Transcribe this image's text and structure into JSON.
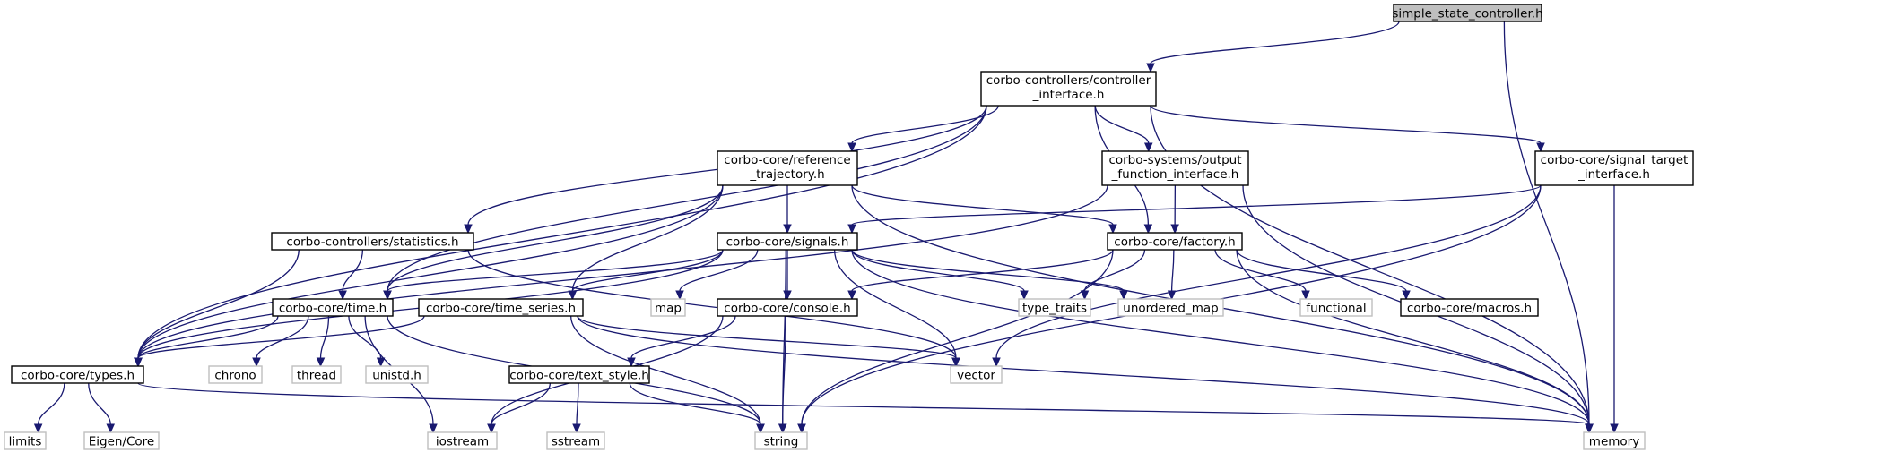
{
  "graph": {
    "root": "simple_state_controller.h",
    "nodes": [
      {
        "id": "ssc",
        "lines": [
          "simple_state_controller.h"
        ],
        "kind": "root"
      },
      {
        "id": "ctrl_if",
        "lines": [
          "corbo-controllers/controller",
          "_interface.h"
        ],
        "kind": "primary"
      },
      {
        "id": "ref_traj",
        "lines": [
          "corbo-core/reference",
          "_trajectory.h"
        ],
        "kind": "primary"
      },
      {
        "id": "out_fn",
        "lines": [
          "corbo-systems/output",
          "_function_interface.h"
        ],
        "kind": "primary"
      },
      {
        "id": "sig_target",
        "lines": [
          "corbo-core/signal_target",
          "_interface.h"
        ],
        "kind": "primary"
      },
      {
        "id": "stats",
        "lines": [
          "corbo-controllers/statistics.h"
        ],
        "kind": "primary"
      },
      {
        "id": "signals",
        "lines": [
          "corbo-core/signals.h"
        ],
        "kind": "primary"
      },
      {
        "id": "factory",
        "lines": [
          "corbo-core/factory.h"
        ],
        "kind": "primary"
      },
      {
        "id": "time",
        "lines": [
          "corbo-core/time.h"
        ],
        "kind": "primary"
      },
      {
        "id": "time_series",
        "lines": [
          "corbo-core/time_series.h"
        ],
        "kind": "primary"
      },
      {
        "id": "map",
        "lines": [
          "map"
        ],
        "kind": "external"
      },
      {
        "id": "console",
        "lines": [
          "corbo-core/console.h"
        ],
        "kind": "primary"
      },
      {
        "id": "type_traits",
        "lines": [
          "type_traits"
        ],
        "kind": "external"
      },
      {
        "id": "unordered_map",
        "lines": [
          "unordered_map"
        ],
        "kind": "external"
      },
      {
        "id": "functional",
        "lines": [
          "functional"
        ],
        "kind": "external"
      },
      {
        "id": "macros",
        "lines": [
          "corbo-core/macros.h"
        ],
        "kind": "primary"
      },
      {
        "id": "types",
        "lines": [
          "corbo-core/types.h"
        ],
        "kind": "primary"
      },
      {
        "id": "chrono",
        "lines": [
          "chrono"
        ],
        "kind": "external"
      },
      {
        "id": "thread",
        "lines": [
          "thread"
        ],
        "kind": "external"
      },
      {
        "id": "unistd",
        "lines": [
          "unistd.h"
        ],
        "kind": "external"
      },
      {
        "id": "text_style",
        "lines": [
          "corbo-core/text_style.h"
        ],
        "kind": "primary"
      },
      {
        "id": "vector",
        "lines": [
          "vector"
        ],
        "kind": "external"
      },
      {
        "id": "limits",
        "lines": [
          "limits"
        ],
        "kind": "external"
      },
      {
        "id": "eigen",
        "lines": [
          "Eigen/Core"
        ],
        "kind": "external"
      },
      {
        "id": "iostream",
        "lines": [
          "iostream"
        ],
        "kind": "external"
      },
      {
        "id": "sstream",
        "lines": [
          "sstream"
        ],
        "kind": "external"
      },
      {
        "id": "string",
        "lines": [
          "string"
        ],
        "kind": "external"
      },
      {
        "id": "memory",
        "lines": [
          "memory"
        ],
        "kind": "external"
      }
    ],
    "edges": [
      {
        "from": "ssc",
        "to": "ctrl_if"
      },
      {
        "from": "ssc",
        "to": "memory"
      },
      {
        "from": "ctrl_if",
        "to": "ref_traj"
      },
      {
        "from": "ctrl_if",
        "to": "out_fn"
      },
      {
        "from": "ctrl_if",
        "to": "sig_target"
      },
      {
        "from": "ctrl_if",
        "to": "stats"
      },
      {
        "from": "ctrl_if",
        "to": "factory"
      },
      {
        "from": "ctrl_if",
        "to": "time"
      },
      {
        "from": "ctrl_if",
        "to": "types"
      },
      {
        "from": "ctrl_if",
        "to": "memory"
      },
      {
        "from": "ref_traj",
        "to": "signals"
      },
      {
        "from": "ref_traj",
        "to": "factory"
      },
      {
        "from": "ref_traj",
        "to": "time"
      },
      {
        "from": "ref_traj",
        "to": "time_series"
      },
      {
        "from": "ref_traj",
        "to": "types"
      },
      {
        "from": "ref_traj",
        "to": "memory"
      },
      {
        "from": "out_fn",
        "to": "factory"
      },
      {
        "from": "out_fn",
        "to": "types"
      },
      {
        "from": "out_fn",
        "to": "memory"
      },
      {
        "from": "sig_target",
        "to": "signals"
      },
      {
        "from": "sig_target",
        "to": "vector"
      },
      {
        "from": "sig_target",
        "to": "string"
      },
      {
        "from": "sig_target",
        "to": "memory"
      },
      {
        "from": "stats",
        "to": "time"
      },
      {
        "from": "stats",
        "to": "types"
      },
      {
        "from": "stats",
        "to": "vector"
      },
      {
        "from": "signals",
        "to": "time"
      },
      {
        "from": "signals",
        "to": "time_series"
      },
      {
        "from": "signals",
        "to": "map"
      },
      {
        "from": "signals",
        "to": "console"
      },
      {
        "from": "signals",
        "to": "type_traits"
      },
      {
        "from": "signals",
        "to": "unordered_map"
      },
      {
        "from": "signals",
        "to": "types"
      },
      {
        "from": "signals",
        "to": "vector"
      },
      {
        "from": "signals",
        "to": "string"
      },
      {
        "from": "signals",
        "to": "memory"
      },
      {
        "from": "factory",
        "to": "console"
      },
      {
        "from": "factory",
        "to": "type_traits"
      },
      {
        "from": "factory",
        "to": "unordered_map"
      },
      {
        "from": "factory",
        "to": "functional"
      },
      {
        "from": "factory",
        "to": "macros"
      },
      {
        "from": "factory",
        "to": "string"
      },
      {
        "from": "factory",
        "to": "memory"
      },
      {
        "from": "time",
        "to": "types"
      },
      {
        "from": "time",
        "to": "chrono"
      },
      {
        "from": "time",
        "to": "thread"
      },
      {
        "from": "time",
        "to": "unistd"
      },
      {
        "from": "time",
        "to": "iostream"
      },
      {
        "from": "time",
        "to": "string"
      },
      {
        "from": "time_series",
        "to": "types"
      },
      {
        "from": "time_series",
        "to": "vector"
      },
      {
        "from": "time_series",
        "to": "string"
      },
      {
        "from": "time_series",
        "to": "memory"
      },
      {
        "from": "console",
        "to": "text_style"
      },
      {
        "from": "console",
        "to": "iostream"
      },
      {
        "from": "console",
        "to": "string"
      },
      {
        "from": "text_style",
        "to": "iostream"
      },
      {
        "from": "text_style",
        "to": "sstream"
      },
      {
        "from": "text_style",
        "to": "string"
      },
      {
        "from": "types",
        "to": "limits"
      },
      {
        "from": "types",
        "to": "eigen"
      },
      {
        "from": "types",
        "to": "memory"
      }
    ]
  },
  "colors": {
    "edge": "#191970",
    "primary_border": "#000000",
    "external_border": "#bfbfbf",
    "root_fill": "#bfbfbf",
    "node_fill": "#ffffff"
  }
}
